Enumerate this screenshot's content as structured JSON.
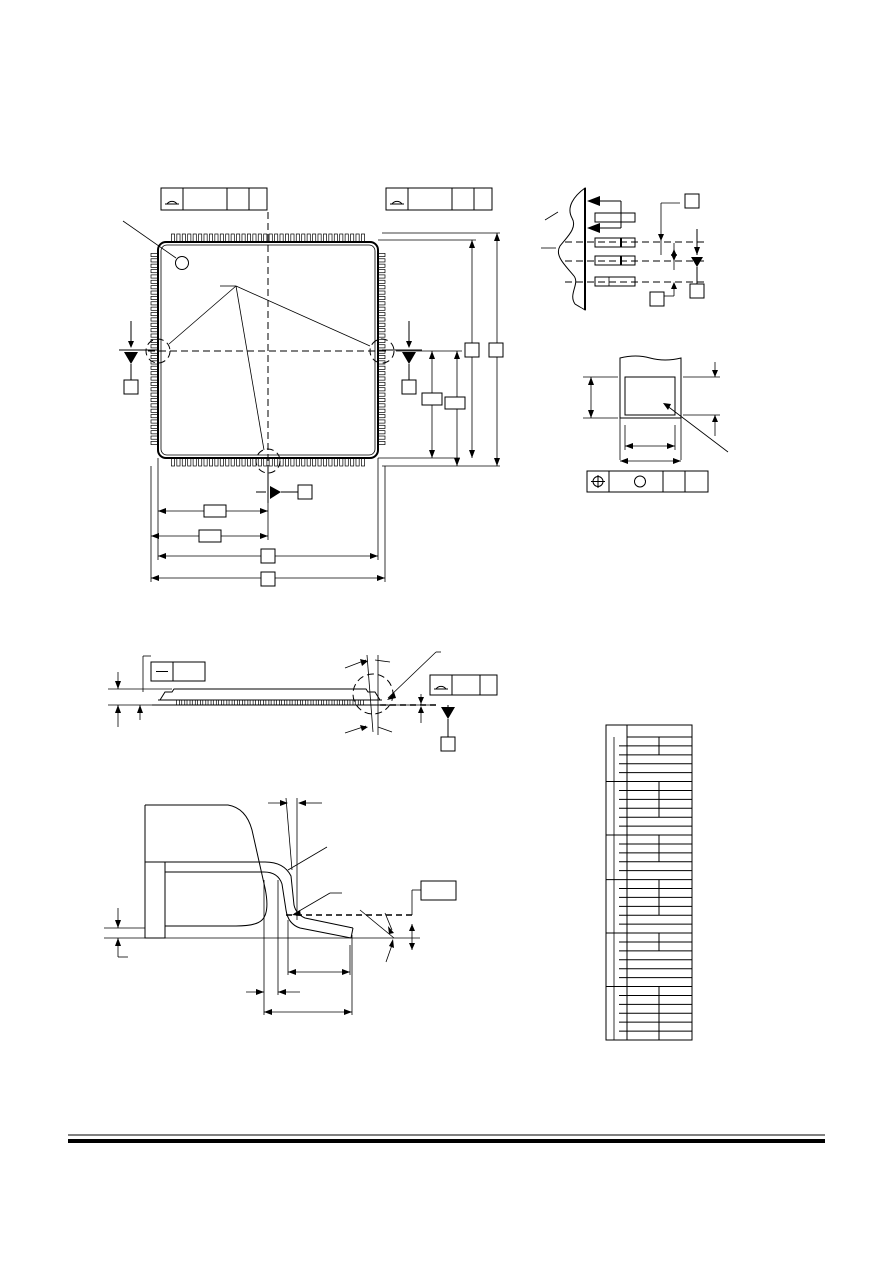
{
  "drawing": {
    "views": [
      "top-view",
      "detail-view",
      "section-view",
      "side-view",
      "lead-detail-view",
      "dimension-table"
    ],
    "pins_per_side": 36,
    "table": {
      "rows": 34,
      "columns": 4,
      "cells": []
    },
    "bottom_rule_color": "#000000"
  }
}
